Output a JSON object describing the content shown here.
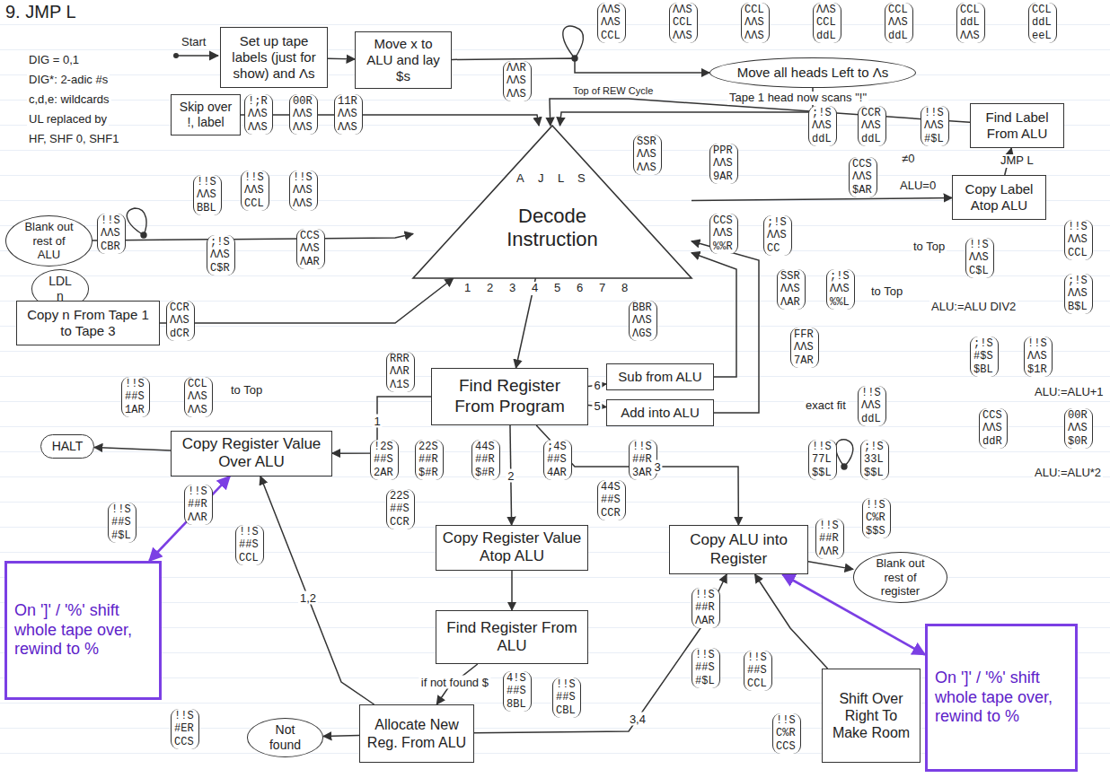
{
  "diagram": {
    "nodes": [
      {
        "text": [
          "Set up tape labels (just for show) and Λs"
        ]
      },
      {
        "text": [
          "Move x to ALU and lay $s"
        ]
      },
      {
        "text": [
          "Move all heads Left to Λs"
        ]
      },
      {
        "text": [
          "Skip over !, label"
        ]
      },
      {
        "text": [
          "Decode Instruction"
        ]
      },
      {
        "text": [
          "Find Label From ALU"
        ]
      },
      {
        "text": [
          "Copy Label Atop ALU"
        ]
      },
      {
        "text": [
          "Blank out rest of ALU"
        ]
      },
      {
        "text": [
          "LDL n"
        ]
      },
      {
        "text": [
          "Copy n From Tape 1 to Tape 3"
        ]
      },
      {
        "text": [
          "Find Register From Program"
        ]
      },
      {
        "text": [
          "Sub from ALU"
        ]
      },
      {
        "text": [
          "Add into ALU"
        ]
      },
      {
        "text": [
          "Copy Register Value Over ALU"
        ]
      },
      {
        "text": [
          "HALT"
        ]
      },
      {
        "text": [
          "Copy Register Value Atop ALU"
        ]
      },
      {
        "text": [
          "Find Register From ALU"
        ]
      },
      {
        "text": [
          "Allocate New Reg. From ALU"
        ]
      },
      {
        "text": [
          "Not found"
        ]
      },
      {
        "text": [
          "Copy ALU into Register"
        ]
      },
      {
        "text": [
          "Shift Over Right To Make Room"
        ]
      },
      {
        "text": [
          "Blank out rest of register"
        ]
      },
      {
        "text": [
          "On ']' / '%' shift whole tape over, rewind to %"
        ]
      },
      {
        "text": [
          "On ']' / '%' shift whole tape over, rewind to %"
        ]
      }
    ],
    "edges": [
      {
        "from": 0,
        "to": 1,
        "arrow": "to"
      },
      {
        "from": 1,
        "to": 2,
        "arrow": "to"
      },
      {
        "from": 2,
        "to": 4,
        "arrow": "to"
      },
      {
        "from": 3,
        "to": 4,
        "arrow": "to"
      },
      {
        "from": 4,
        "to": 6,
        "arrow": "to"
      },
      {
        "from": 6,
        "to": 5,
        "arrow": "to"
      },
      {
        "from": 5,
        "to": 4,
        "arrow": "to"
      },
      {
        "from": 4,
        "to": 10,
        "arrow": "to"
      },
      {
        "from": 10,
        "to": 13,
        "arrow": "to",
        "label": "1"
      },
      {
        "from": 10,
        "to": 15,
        "arrow": "to",
        "label": "2"
      },
      {
        "from": 10,
        "to": 11,
        "arrow": "to",
        "label": "6"
      },
      {
        "from": 10,
        "to": 12,
        "arrow": "to",
        "label": "5"
      },
      {
        "from": 10,
        "to": 19,
        "arrow": "to",
        "label": "3"
      },
      {
        "from": 13,
        "to": 14,
        "arrow": "to"
      },
      {
        "from": 15,
        "to": 16,
        "arrow": "to"
      },
      {
        "from": 16,
        "to": 17,
        "arrow": "to",
        "label": "if not found $"
      },
      {
        "from": 17,
        "to": 18,
        "arrow": "to"
      },
      {
        "from": 8,
        "to": 9,
        "arrow": "to"
      },
      {
        "from": 9,
        "to": 4,
        "arrow": "to"
      },
      {
        "from": 7,
        "to": 4,
        "arrow": "to"
      },
      {
        "from": 11,
        "to": 4,
        "arrow": "to"
      },
      {
        "from": 12,
        "to": 4,
        "arrow": "to"
      },
      {
        "from": 22,
        "to": 13,
        "arrow": "both"
      },
      {
        "from": 23,
        "to": 19,
        "arrow": "both"
      },
      {
        "from": 19,
        "to": 21,
        "arrow": "to"
      },
      {
        "from": 20,
        "to": 19,
        "arrow": "to"
      },
      {
        "from": 17,
        "to": 19,
        "arrow": "to",
        "label": "3,4"
      },
      {
        "from": 17,
        "to": 13,
        "arrow": "to",
        "label": "1,2"
      }
    ],
    "labels": [
      "9. JMP L",
      "Start",
      "DIG = 0,1",
      "DIG*: 2-adic #s",
      "c,d,e: wildcards",
      "UL replaced by",
      "HF, SHF 0, SHF1",
      "ΛΛS ΛΛS CCL",
      "ΛΛS CCL ΛΛS",
      "CCL ΛΛS ΛΛS",
      "ΛΛS CCL ddL",
      "CCL ΛΛS ddL",
      "CCL ddL ΛΛS",
      "CCL ddL eeL",
      "ΛΛR ΛΛS ΛΛS",
      "Tape 1 head now scans \"!\"",
      "!;R ΛΛS ΛΛS",
      "00R ΛΛS ΛΛS",
      "11R ΛΛS ΛΛS",
      "Top of REW Cycle",
      "SSR ΛΛS ΛΛS",
      "A",
      "J",
      "L",
      "S",
      "1",
      "2",
      "3",
      "4",
      "5",
      "6",
      "7",
      "8",
      "!!S ΛΛS BBL",
      "!!S ΛΛS CCL",
      "!!S ΛΛS ΛΛS",
      "!!S ΛΛS CBR",
      ";!S ΛΛS C$R",
      "CCS ΛΛS ΛAR",
      "CCR ΛΛS dCR",
      "RRR ΛΛR Λ1S",
      "BBR ΛΛS ΛGS",
      "PPR ΛΛS 9AR",
      "CCS ΛΛS %%R",
      ";!S ΛΛS CC",
      "SSR ΛΛS ΛAR",
      ";!S ΛΛS %%L",
      "to Top",
      "FFR ΛΛS 7AR",
      ";!S ΛΛS ddL",
      "CCR ΛΛS ddL",
      "≠0",
      "!!S ΛΛS #$L",
      "JMP L",
      "CCS ΛΛS $AR",
      "ALU=0",
      "!!S ΛΛS C$L",
      "!!S ΛΛS CCL",
      ";!S ΛΛS B$L",
      "to Top",
      "ALU:=ALU DIV2",
      ";!S #$S $BL",
      "!!S ΛΛS $1R",
      "ALU:=ALU+1",
      "00R ΛΛS $0R",
      "CCS ΛΛS ddR",
      "ALU:=ALU*2",
      "!!S ΛΛS ddL",
      "exact fit",
      "!!S 77L $$L",
      ";!S 33L $$L",
      "!!S C%R $$S",
      "!!S ##R ΛΛR",
      "!2S ##S 2AR",
      "22S ##R $#R",
      "44S ##R $#R",
      ";4S ##S 4AR",
      "!!S ##R 3AR",
      "22S ##S CCR",
      "44S ##S CCR",
      "!!S ##R ΛΛR",
      "!!S ##S CCL",
      "!!S ##S #$L",
      "!!S ##S 1AR",
      "CCL ΛΛS ΛΛS",
      "to Top",
      "!!S #ER CCS",
      "!!S ##S CBL",
      "4!S ##S 8BL",
      "!!S ##R ΛAR",
      "!!S ##S #$L",
      "!!S ##S CCL",
      "!!S C%R CCS"
    ]
  }
}
